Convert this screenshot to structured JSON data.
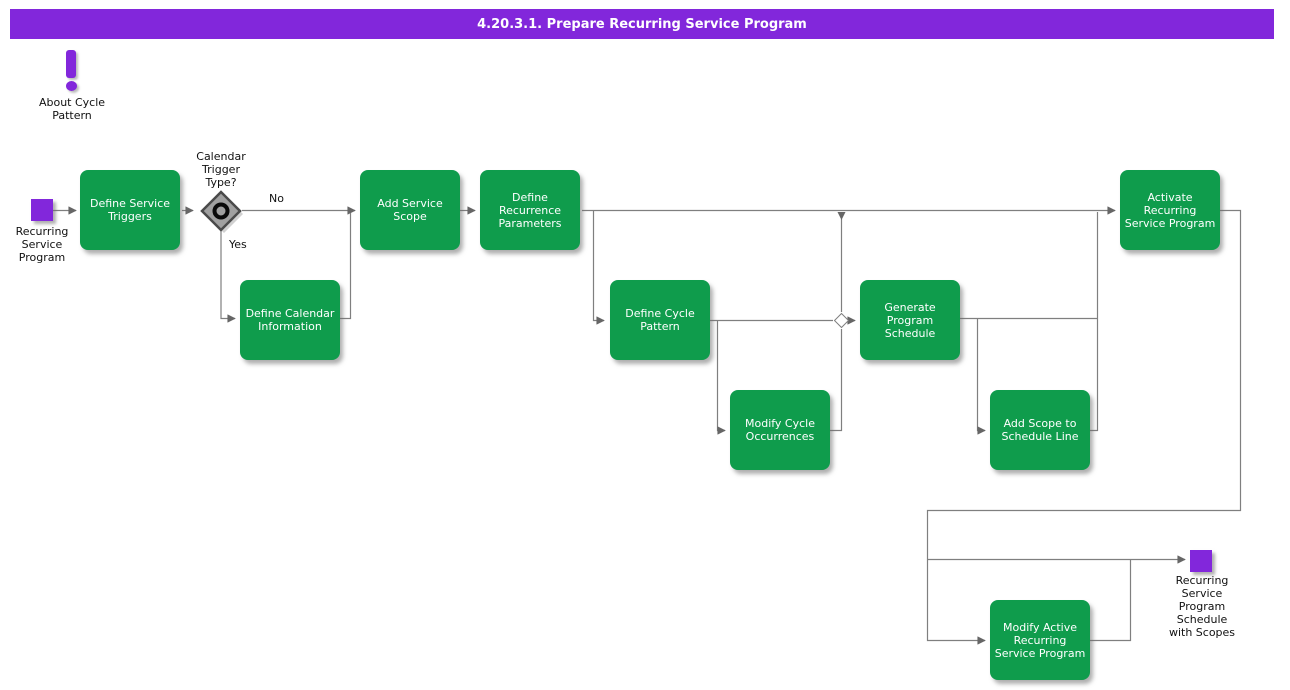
{
  "title": "4.20.3.1. Prepare Recurring Service Program",
  "colors": {
    "accent_purple": "#8227DB",
    "task_green": "#0F9C4C",
    "connector_gray": "#7F7F7F",
    "gateway_gray": "#A0A0A0"
  },
  "note": {
    "icon": "exclamation-icon",
    "label": "About Cycle\nPattern"
  },
  "events": {
    "start": {
      "label": "Recurring\nService\nProgram"
    },
    "end": {
      "label": "Recurring\nService\nProgram\nSchedule\nwith Scopes"
    }
  },
  "gateway": {
    "label": "Calendar\nTrigger\nType?",
    "no_label": "No",
    "yes_label": "Yes"
  },
  "tasks": [
    {
      "label": "Define Service\nTriggers"
    },
    {
      "label": "Add Service\nScope"
    },
    {
      "label": "Define\nRecurrence\nParameters"
    },
    {
      "label": "Activate\nRecurring\nService Program"
    },
    {
      "label": "Define Calendar\nInformation"
    },
    {
      "label": "Define Cycle\nPattern"
    },
    {
      "label": "Generate\nProgram\nSchedule"
    },
    {
      "label": "Modify Cycle\nOccurrences"
    },
    {
      "label": "Add Scope to\nSchedule Line"
    },
    {
      "label": "Modify Active\nRecurring\nService Program"
    }
  ]
}
